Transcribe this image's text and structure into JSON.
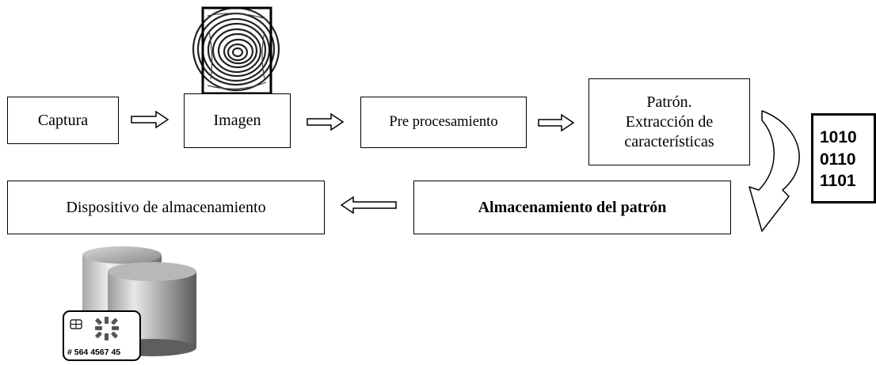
{
  "diagram": {
    "nodes": {
      "captura": "Captura",
      "imagen": "Imagen",
      "preprocesamiento": "Pre procesamiento",
      "patron": "Patrón.\nExtracción de\ncaracterísticas",
      "almacenamiento_patron": "Almacenamiento del patrón",
      "dispositivo": "Dispositivo de almacenamiento"
    },
    "binary_code": [
      "1010",
      "0110",
      "1101"
    ],
    "card_number": "# 564 4567 45",
    "icons": {
      "fingerprint": "fingerprint-image",
      "database": "database-cylinders",
      "card": "smart-card",
      "flow_arrow": "hollow-right-arrow",
      "curved_arrow": "curved-down-arrow"
    }
  }
}
